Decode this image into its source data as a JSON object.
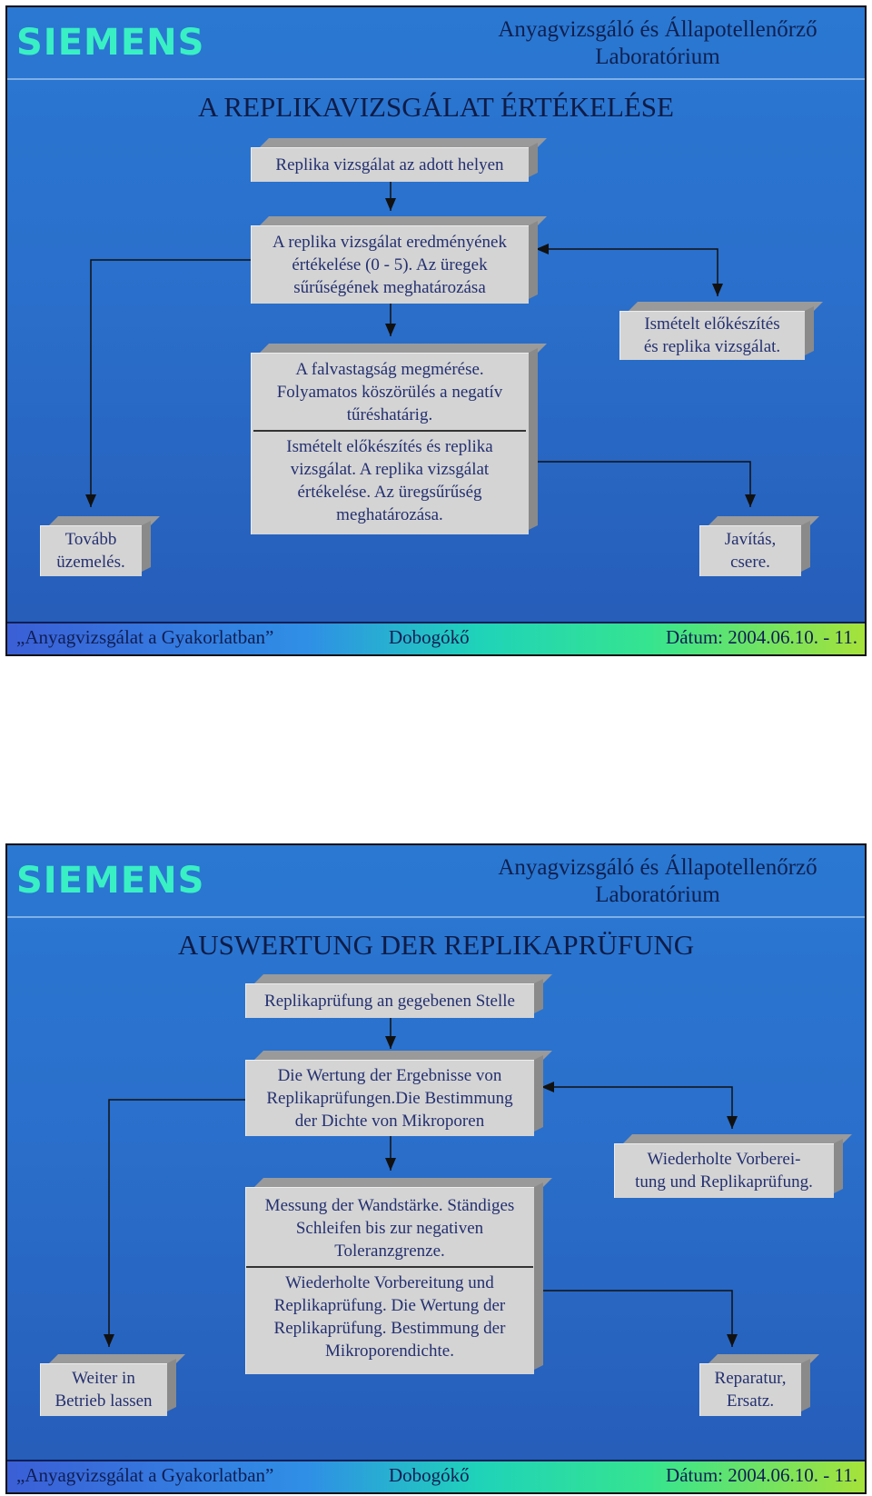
{
  "header": {
    "brand": "SIEMENS",
    "lab_line1": "Anyagvizsgáló és Állapotellenőrző",
    "lab_line2": "Laboratórium"
  },
  "footer": {
    "event": "„Anyagvizsgálat a Gyakorlatban”",
    "place": "Dobogókő",
    "date": "Dátum: 2004.06.10. - 11."
  },
  "slides": [
    {
      "title": "A REPLIKAVIZSGÁLAT ÉRTÉKELÉSE",
      "boxes": {
        "start": "Replika vizsgálat az adott helyen",
        "evaluate": "A replika vizsgálat eredményének\nértékelése (0 - 5). Az üregek\nsűrűségének meghatározása",
        "measure": "A falvastagság megmérése.\nFolyamatos köszörülés a negatív\ntűréshatárig.",
        "repeat_eval": "Ismételt előkészítés és replika\nvizsgálat. A replika vizsgálat\nértékelése. Az üregsűrűség\nmeghatározása.",
        "repeat": "Ismételt előkészítés\nés replika vizsgálat.",
        "continue": "Tovább\nüzemelés.",
        "repair": "Javítás,\ncsere."
      }
    },
    {
      "title": "AUSWERTUNG DER REPLIKAPRÜFUNG",
      "boxes": {
        "start": "Replikaprüfung an gegebenen Stelle",
        "evaluate": "Die Wertung der Ergebnisse von\nReplikaprüfungen.Die Bestimmung\nder Dichte von Mikroporen",
        "measure": "Messung der Wandstärke. Ständiges\nSchleifen bis zur negativen\nToleranzgrenze.",
        "repeat_eval": "Wiederholte Vorbereitung und\nReplikaprüfung. Die Wertung der\nReplikaprüfung. Bestimmung der\nMikroporendichte.",
        "repeat": "Wiederholte Vorberei-\ntung und Replikaprüfung.",
        "continue": "Weiter in\nBetrieb lassen",
        "repair": "Reparatur,\nErsatz."
      }
    }
  ]
}
